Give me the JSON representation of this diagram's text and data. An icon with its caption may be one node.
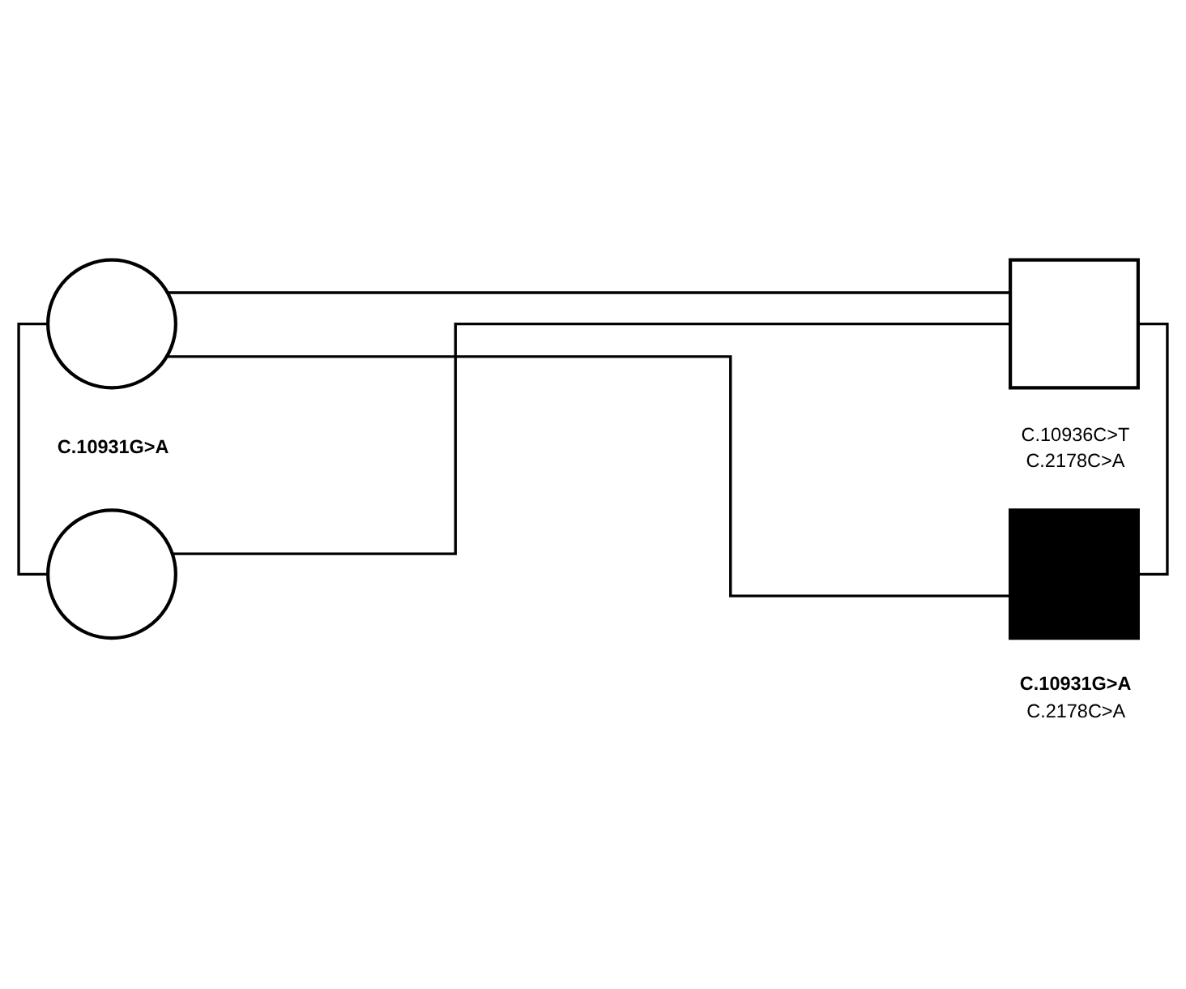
{
  "diagram": {
    "nodes": [
      {
        "text": [],
        "shape": "circle",
        "beside": [
          "C.10931G>A"
        ]
      },
      {
        "text": [],
        "shape": "box",
        "beside": [
          "C.10936C>T",
          "C.2178C>A"
        ]
      },
      {
        "text": [],
        "shape": "circle"
      },
      {
        "text": [],
        "shape": "box",
        "beside": [
          "C.10931G>A",
          "C.2178C>A"
        ]
      }
    ],
    "edges": [
      {
        "from": 0,
        "to": 1,
        "arrow": "none"
      },
      {
        "from": 0,
        "to": 2,
        "arrow": "none"
      },
      {
        "from": 1,
        "to": 2,
        "arrow": "none"
      },
      {
        "from": 0,
        "to": 3,
        "arrow": "none"
      },
      {
        "from": 1,
        "to": 3,
        "arrow": "none"
      }
    ]
  }
}
